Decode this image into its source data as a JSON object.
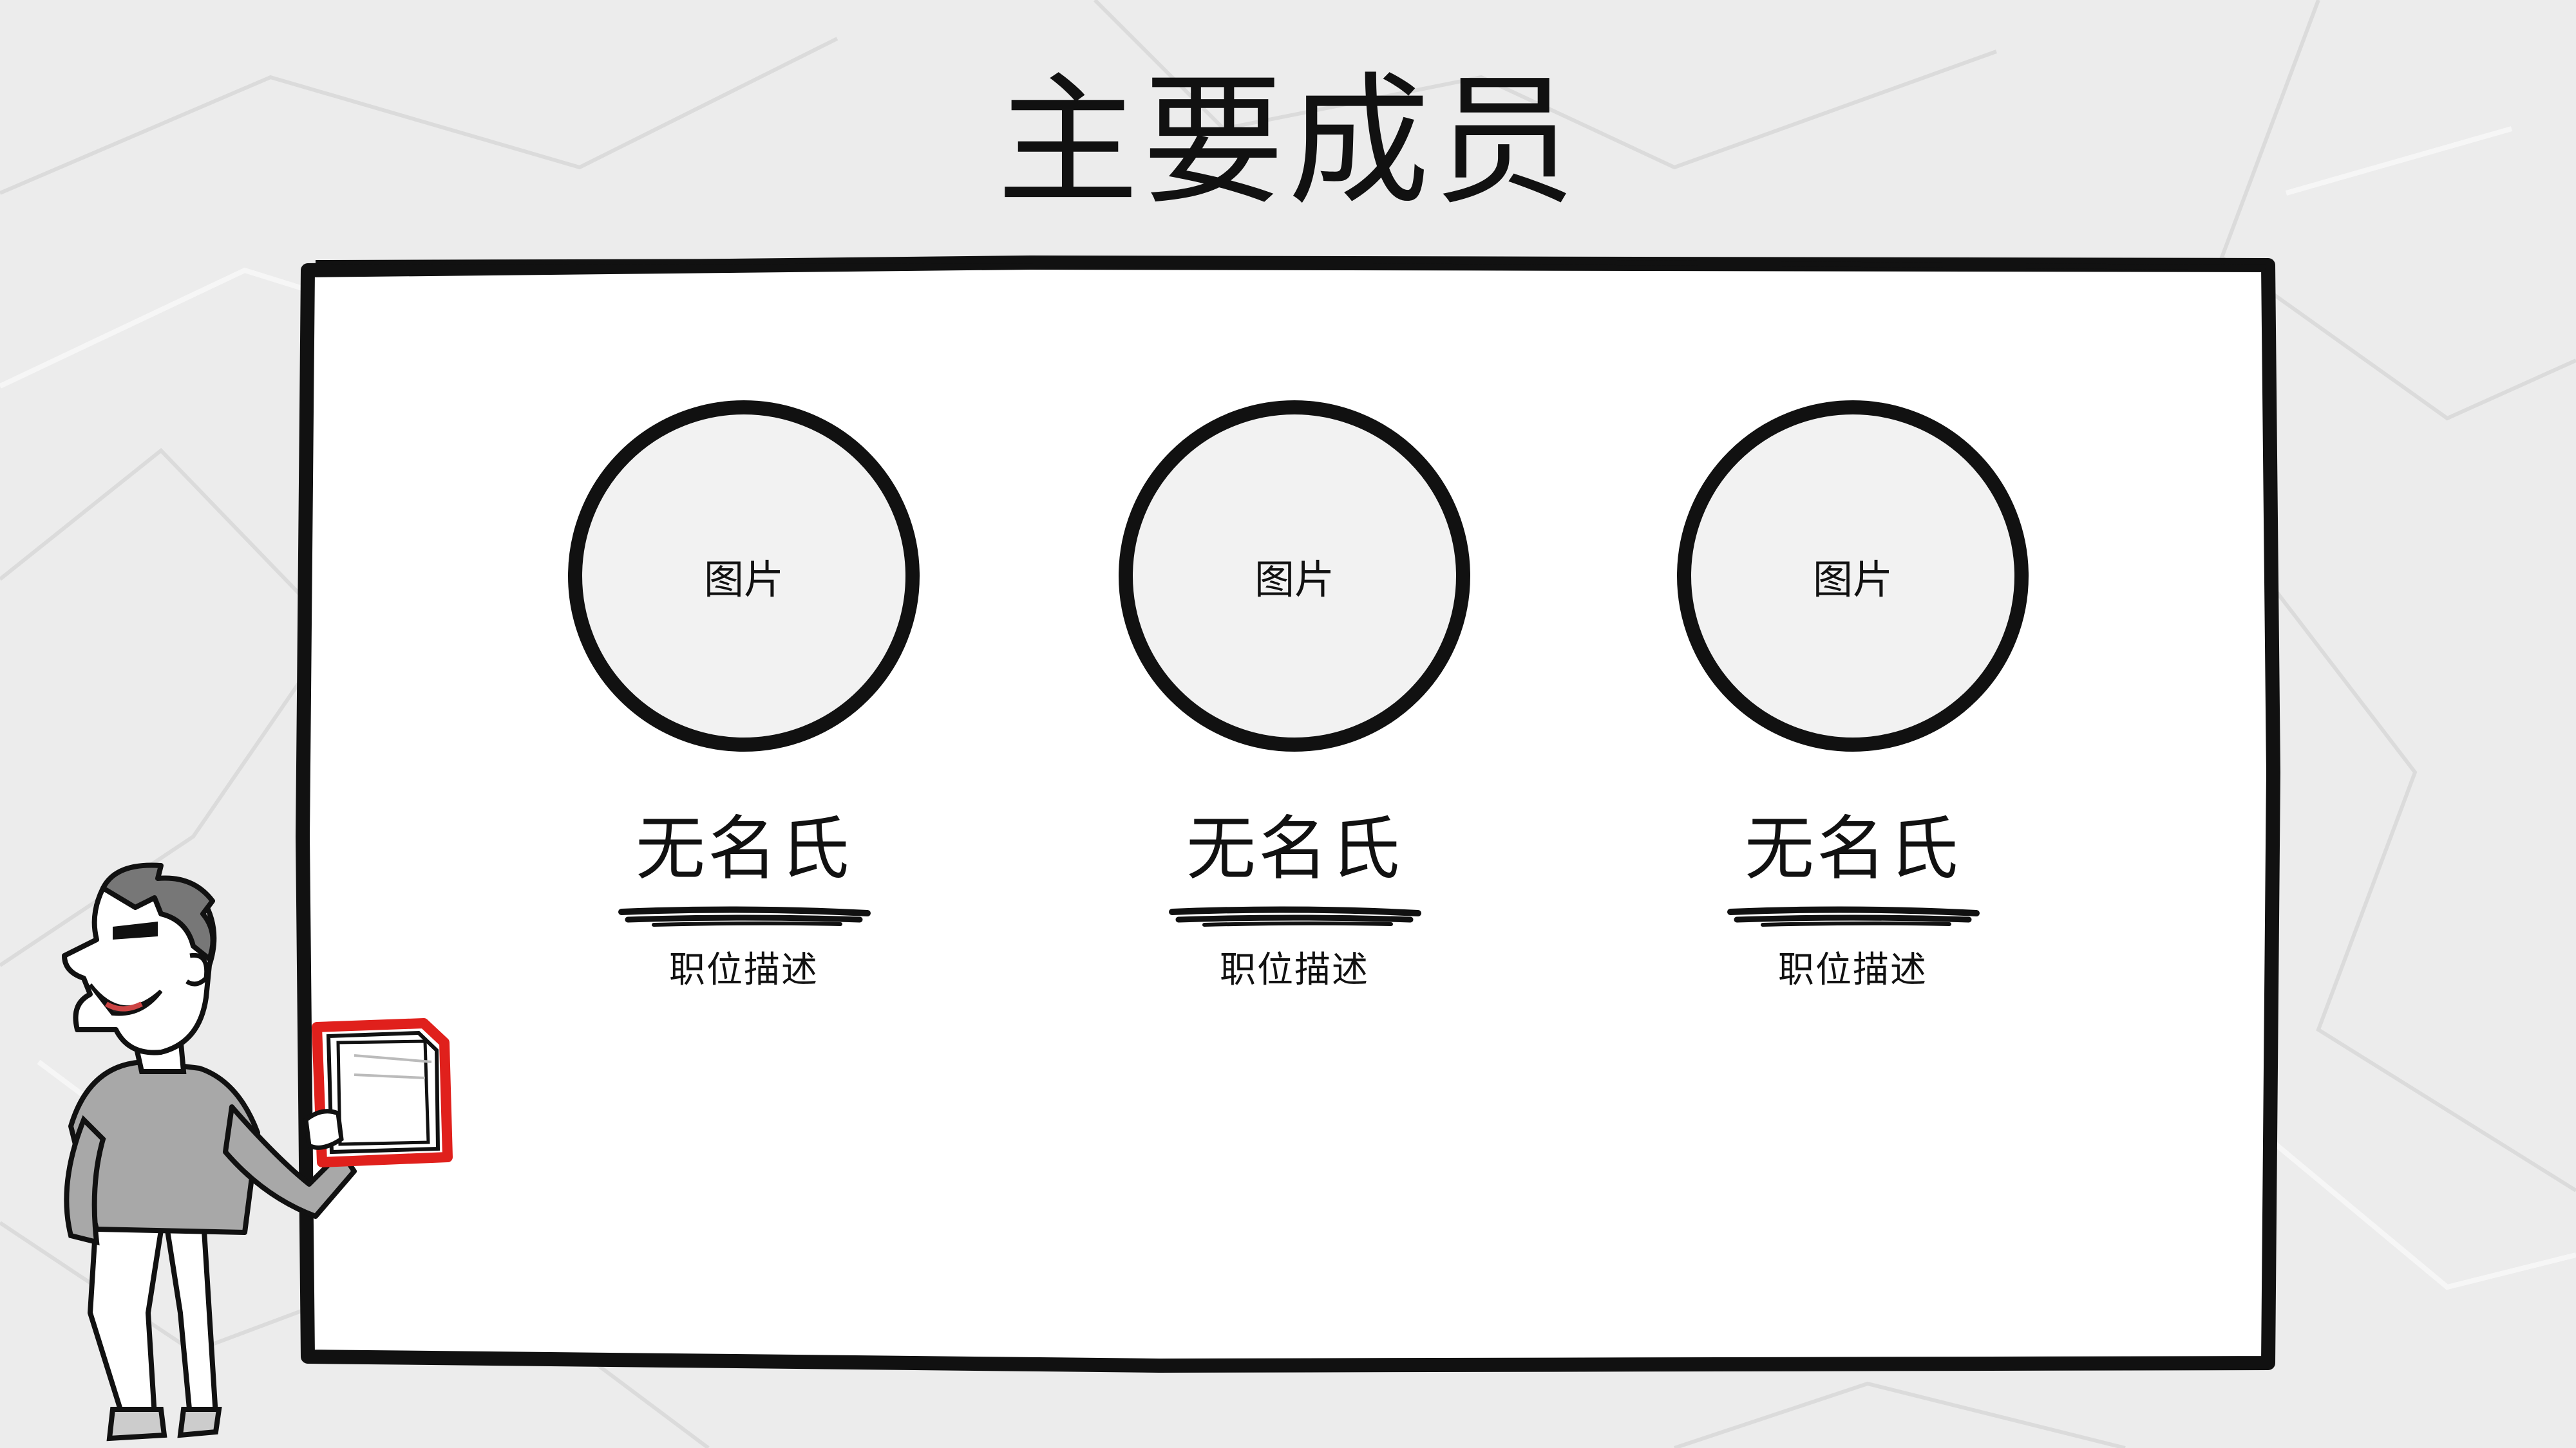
{
  "slide": {
    "title": "主要成员"
  },
  "members": [
    {
      "photo_label": "图片",
      "name": "无名氏",
      "role": "职位描述"
    },
    {
      "photo_label": "图片",
      "name": "无名氏",
      "role": "职位描述"
    },
    {
      "photo_label": "图片",
      "name": "无名氏",
      "role": "职位描述"
    }
  ],
  "colors": {
    "background": "#ececec",
    "panel": "#ffffff",
    "stroke": "#111111",
    "photo_fill": "#f2f2f2",
    "accent": "#e0201c"
  },
  "illustration": {
    "icon": "cartoon-presenter-with-papers-icon"
  }
}
